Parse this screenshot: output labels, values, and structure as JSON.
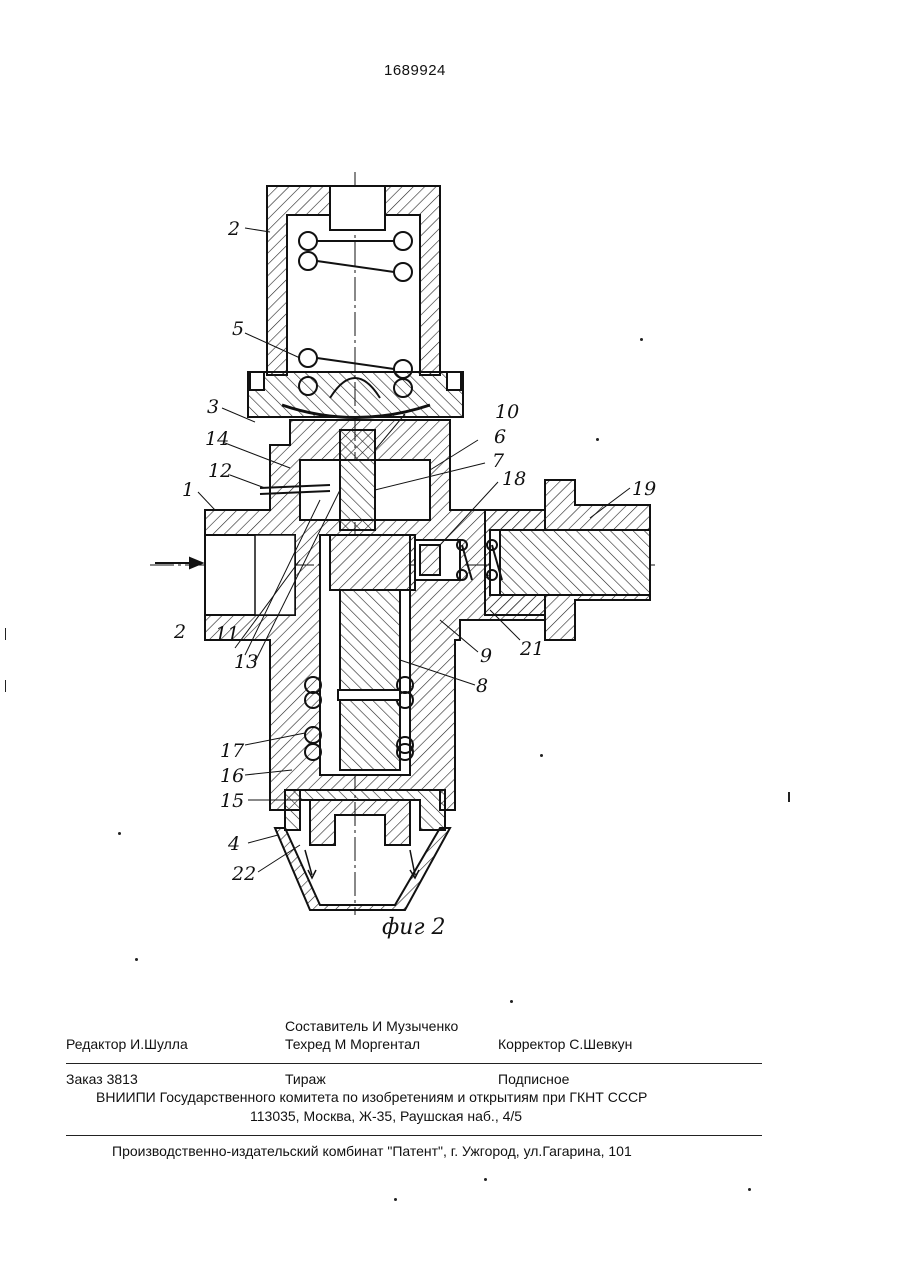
{
  "header": {
    "patent_number": "1689924"
  },
  "figure": {
    "caption": "фиг 2",
    "labels": [
      "2",
      "5",
      "3",
      "14",
      "12",
      "1",
      "2",
      "11",
      "13",
      "10",
      "6",
      "7",
      "18",
      "19",
      "21",
      "9",
      "8",
      "17",
      "16",
      "15",
      "4",
      "22"
    ]
  },
  "imprint": {
    "compiler": "Составитель И Музыченко",
    "editor": "Редактор  И.Шулла",
    "techred": "Техред М Моргентал",
    "corrector": "Корректор  С.Шевкун",
    "order": "Заказ  3813",
    "circulation": "Тираж",
    "subscription": "Подписное",
    "institute": "ВНИИПИ Государственного комитета по изобретениям и открытиям при ГКНТ СССР",
    "address": "113035, Москва, Ж-35, Раушская наб., 4/5",
    "publisher": "Производственно-издательский комбинат \"Патент\", г. Ужгород, ул.Гагарина, 101"
  }
}
